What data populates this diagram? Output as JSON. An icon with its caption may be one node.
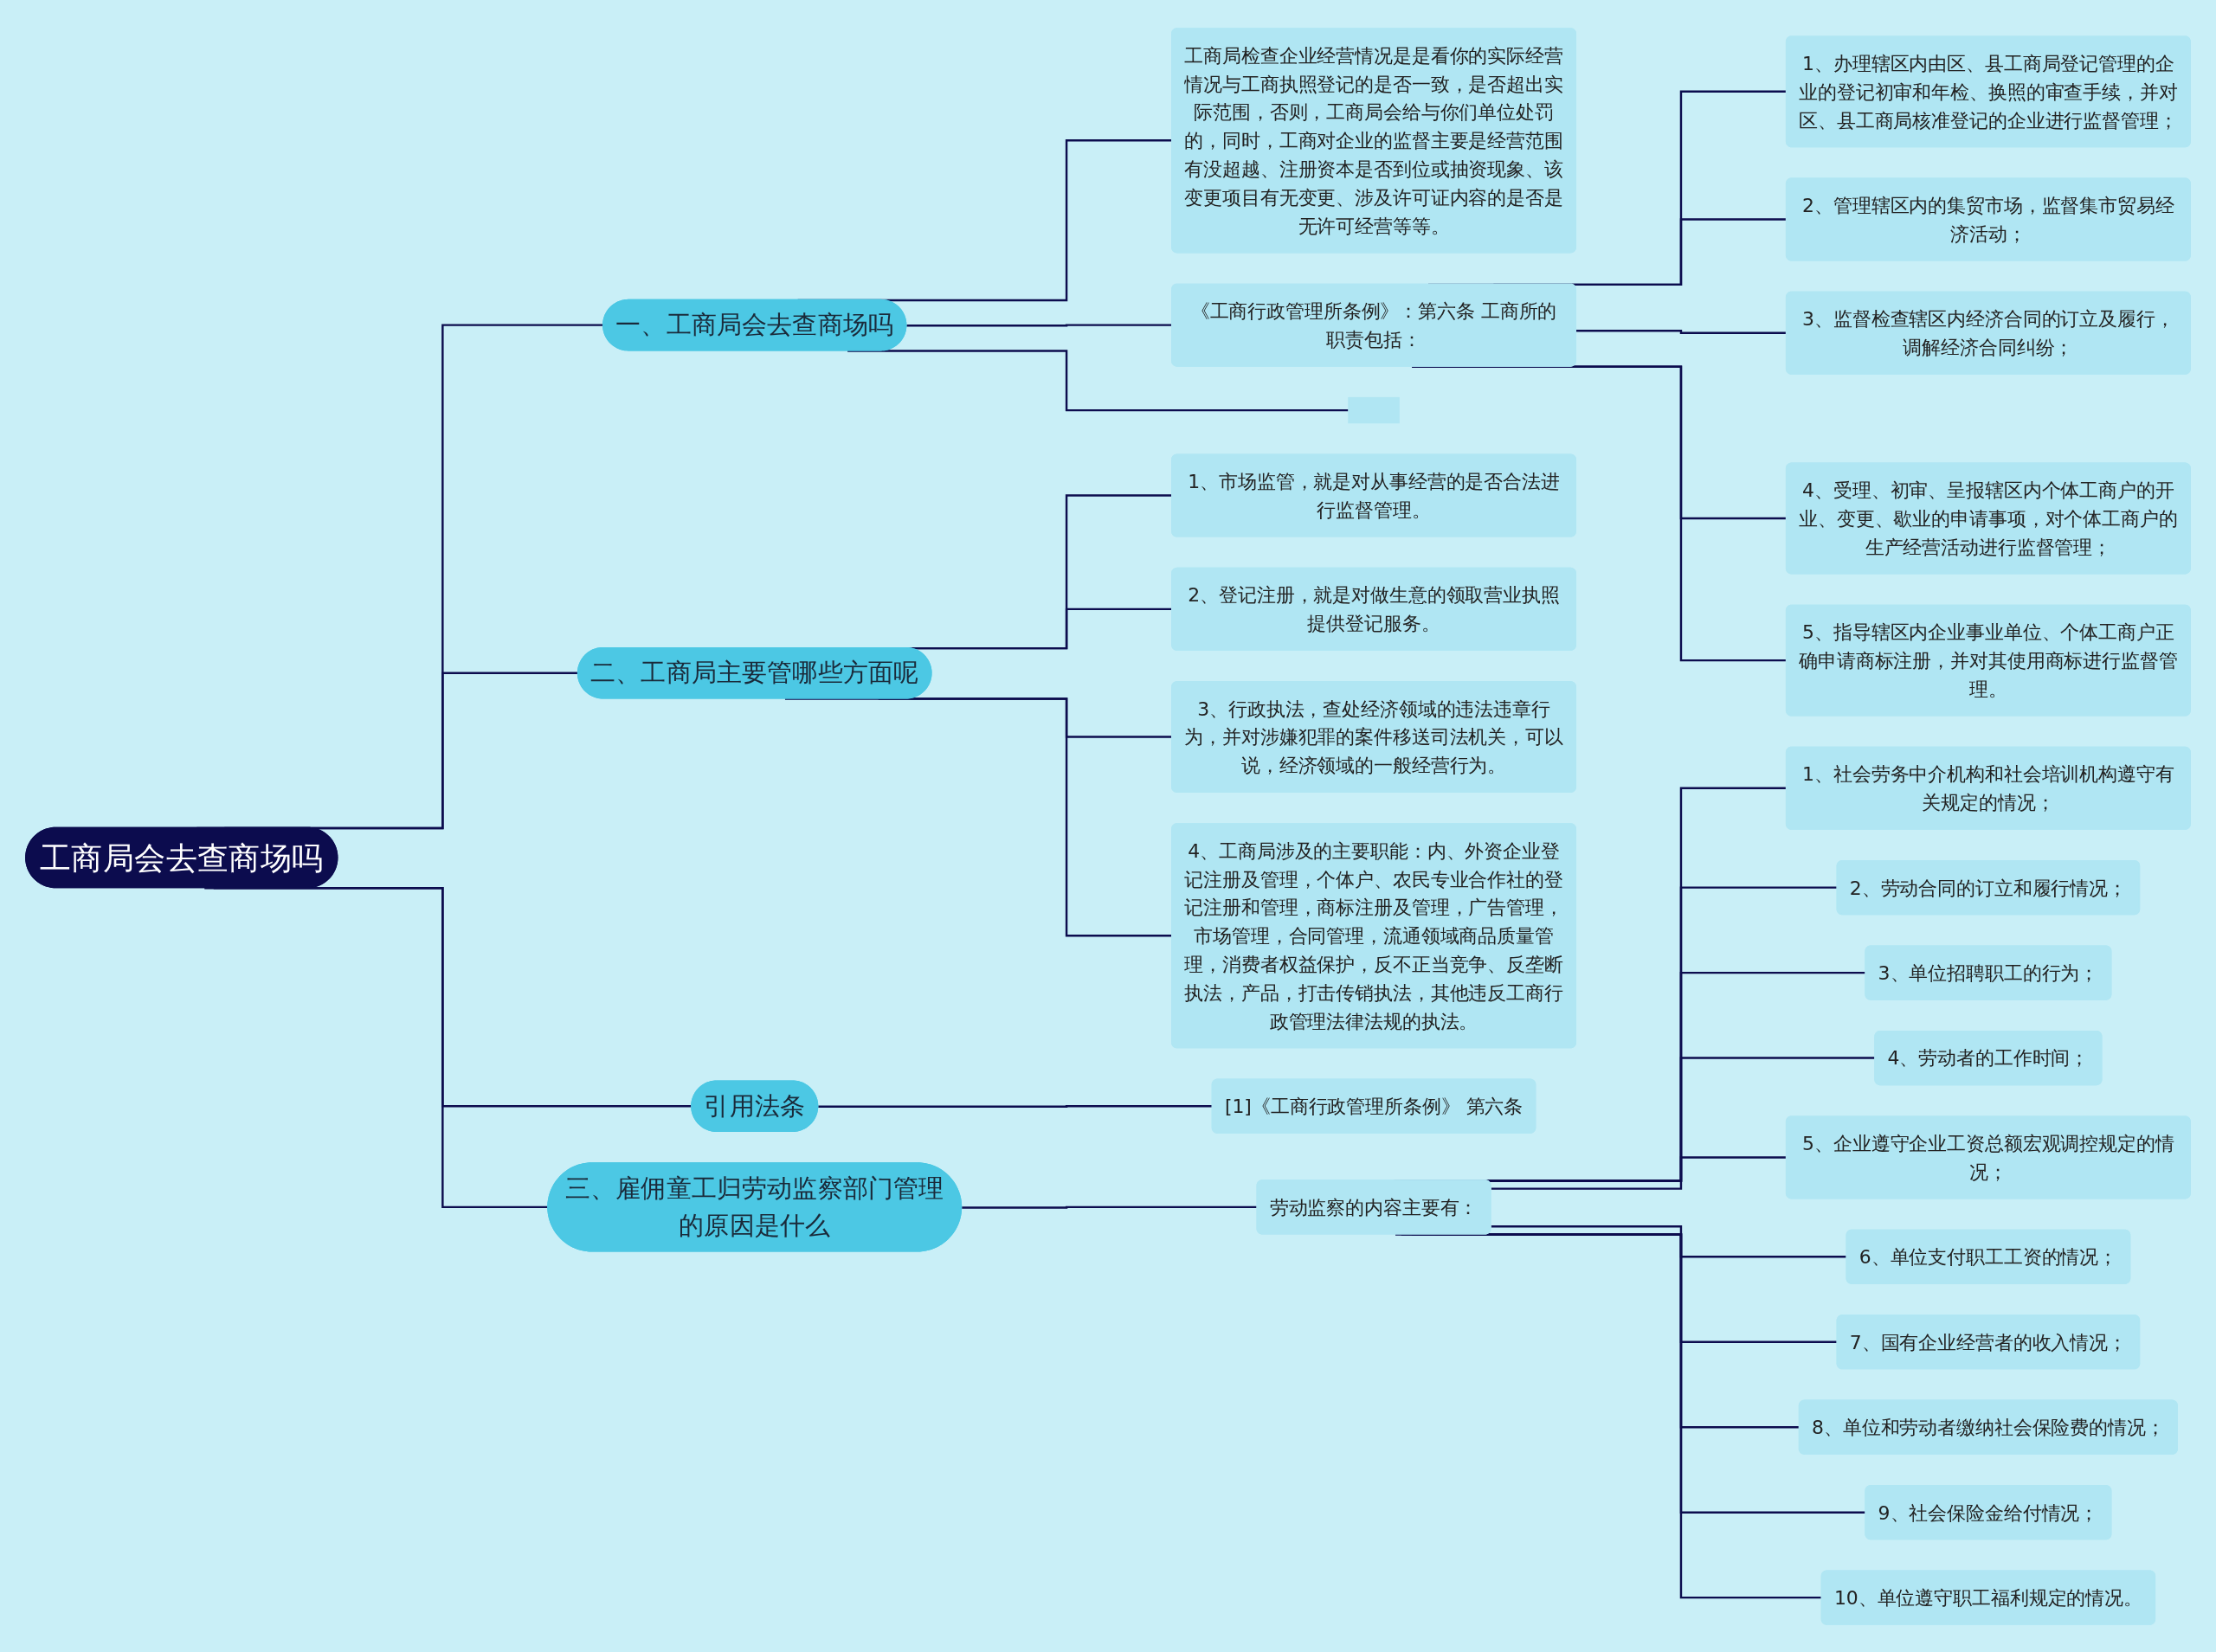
{
  "diagram": {
    "nodes": [
      {
        "text": [
          "工商局会去查商场吗"
        ]
      },
      {
        "text": [
          "一、工商局会去查商场吗"
        ]
      },
      {
        "text": [
          "工商局检查企业经营情况是是看你的实际经营情况与工商执照登记的是否一致，是否超出实际范围，否则，工商局会给与你们单位处罚的，同时，工商对企业的监督主要是经营范围有没超越、注册资本是否到位或抽资现象、该变更项目有无变更、涉及许可证内容的是否是无许可经营等等。"
        ]
      },
      {
        "text": [
          "《工商行政管理所条例》：第六条 工商所的职责包括："
        ]
      },
      {
        "text": [
          "1、办理辖区内由区、县工商局登记管理的企业的登记初审和年检、换照的审查手续，并对区、县工商局核准登记的企业进行监督管理；"
        ]
      },
      {
        "text": [
          "2、管理辖区内的集贸市场，监督集市贸易经济活动；"
        ]
      },
      {
        "text": [
          "3、监督检查辖区内经济合同的订立及履行，调解经济合同纠纷；"
        ]
      },
      {
        "text": [
          "4、受理、初审、呈报辖区内个体工商户的开业、变更、歇业的申请事项，对个体工商户的生产经营活动进行监督管理；"
        ]
      },
      {
        "text": [
          "5、指导辖区内企业事业单位、个体工商户正确申请商标注册，并对其使用商标进行监督管理。"
        ]
      },
      {
        "text": [],
        "shape": "box"
      },
      {
        "text": [
          "二、工商局主要管哪些方面呢"
        ]
      },
      {
        "text": [
          "1、市场监管，就是对从事经营的是否合法进行监督管理。"
        ]
      },
      {
        "text": [
          "2、登记注册，就是对做生意的领取营业执照提供登记服务。"
        ]
      },
      {
        "text": [
          "3、行政执法，查处经济领域的违法违章行为，并对涉嫌犯罪的案件移送司法机关，可以说，经济领域的一般经营行为。"
        ]
      },
      {
        "text": [
          "4、工商局涉及的主要职能：内、外资企业登记注册及管理，个体户、农民专业合作社的登记注册和管理，商标注册及管理，广告管理，市场管理，合同管理，流通领域商品质量管理，消费者权益保护，反不正当竞争、反垄断执法，产品，打击传销执法，其他违反工商行政管理法律法规的执法。"
        ]
      },
      {
        "text": [
          "引用法条"
        ]
      },
      {
        "text": [
          "[1]《工商行政管理所条例》 第六条"
        ]
      },
      {
        "text": [
          "三、雇佣童工归劳动监察部门管理的原因是什么"
        ]
      },
      {
        "text": [
          "劳动监察的内容主要有："
        ]
      },
      {
        "text": [
          "1、社会劳务中介机构和社会培训机构遵守有关规定的情况；"
        ]
      },
      {
        "text": [
          "2、劳动合同的订立和履行情况；"
        ]
      },
      {
        "text": [
          "3、单位招聘职工的行为；"
        ]
      },
      {
        "text": [
          "4、劳动者的工作时间；"
        ]
      },
      {
        "text": [
          "5、企业遵守企业工资总额宏观调控规定的情况；"
        ]
      },
      {
        "text": [
          "6、单位支付职工工资的情况；"
        ]
      },
      {
        "text": [
          "7、国有企业经营者的收入情况；"
        ]
      },
      {
        "text": [
          "8、单位和劳动者缴纳社会保险费的情况；"
        ]
      },
      {
        "text": [
          "9、社会保险金给付情况；"
        ]
      },
      {
        "text": [
          "10、单位遵守职工福利规定的情况。"
        ]
      }
    ],
    "edges": [
      {
        "from": 0,
        "to": 1,
        "arrow": "none"
      },
      {
        "from": 1,
        "to": 2,
        "arrow": "none"
      },
      {
        "from": 1,
        "to": 3,
        "arrow": "none"
      },
      {
        "from": 3,
        "to": 4,
        "arrow": "none"
      },
      {
        "from": 3,
        "to": 5,
        "arrow": "none"
      },
      {
        "from": 3,
        "to": 6,
        "arrow": "none"
      },
      {
        "from": 3,
        "to": 7,
        "arrow": "none"
      },
      {
        "from": 3,
        "to": 8,
        "arrow": "none"
      },
      {
        "from": 1,
        "to": 9,
        "arrow": "none"
      },
      {
        "from": 0,
        "to": 10,
        "arrow": "none"
      },
      {
        "from": 10,
        "to": 11,
        "arrow": "none"
      },
      {
        "from": 10,
        "to": 12,
        "arrow": "none"
      },
      {
        "from": 10,
        "to": 13,
        "arrow": "none"
      },
      {
        "from": 10,
        "to": 14,
        "arrow": "none"
      },
      {
        "from": 0,
        "to": 15,
        "arrow": "none"
      },
      {
        "from": 15,
        "to": 16,
        "arrow": "none"
      },
      {
        "from": 0,
        "to": 17,
        "arrow": "none"
      },
      {
        "from": 17,
        "to": 18,
        "arrow": "none"
      },
      {
        "from": 18,
        "to": 19,
        "arrow": "none"
      },
      {
        "from": 18,
        "to": 20,
        "arrow": "none"
      },
      {
        "from": 18,
        "to": 21,
        "arrow": "none"
      },
      {
        "from": 18,
        "to": 22,
        "arrow": "none"
      },
      {
        "from": 18,
        "to": 23,
        "arrow": "none"
      },
      {
        "from": 18,
        "to": 24,
        "arrow": "none"
      },
      {
        "from": 18,
        "to": 25,
        "arrow": "none"
      },
      {
        "from": 18,
        "to": 26,
        "arrow": "none"
      },
      {
        "from": 18,
        "to": 27,
        "arrow": "none"
      },
      {
        "from": 18,
        "to": 28,
        "arrow": "none"
      }
    ]
  }
}
